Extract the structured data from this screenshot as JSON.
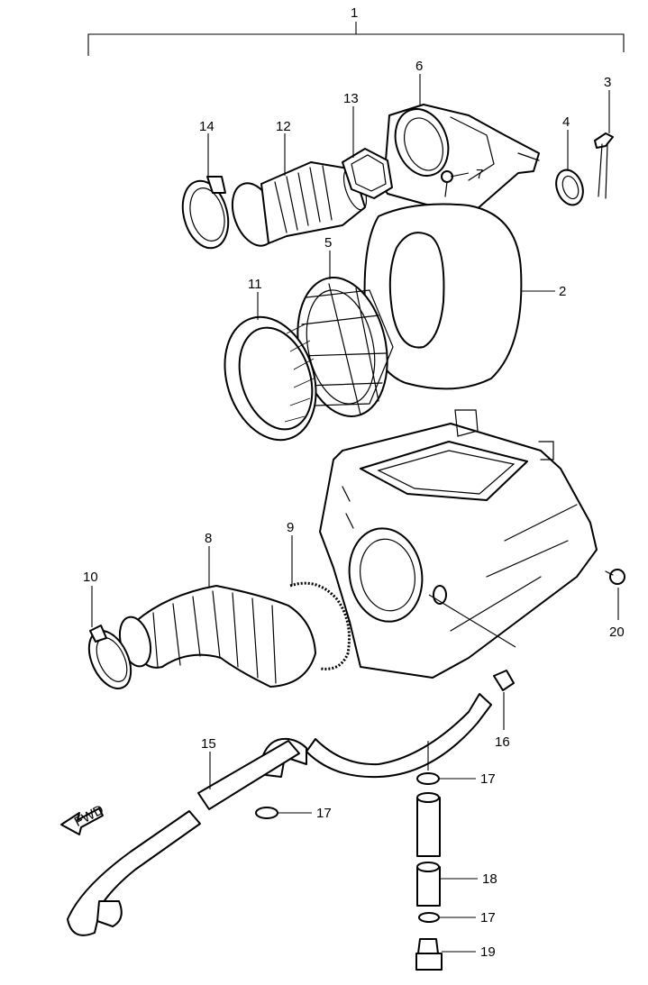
{
  "callouts": {
    "n1": "1",
    "n2": "2",
    "n3": "3",
    "n4": "4",
    "n5": "5",
    "n6": "6",
    "n7": "7",
    "n8": "8",
    "n9": "9",
    "n10": "10",
    "n11": "11",
    "n12": "12",
    "n13": "13",
    "n14": "14",
    "n15": "15",
    "n16": "16",
    "n17a": "17",
    "n17b": "17",
    "n17c": "17",
    "n18": "18",
    "n19": "19",
    "n20": "20"
  },
  "fwd_arrow_label": "FWD"
}
